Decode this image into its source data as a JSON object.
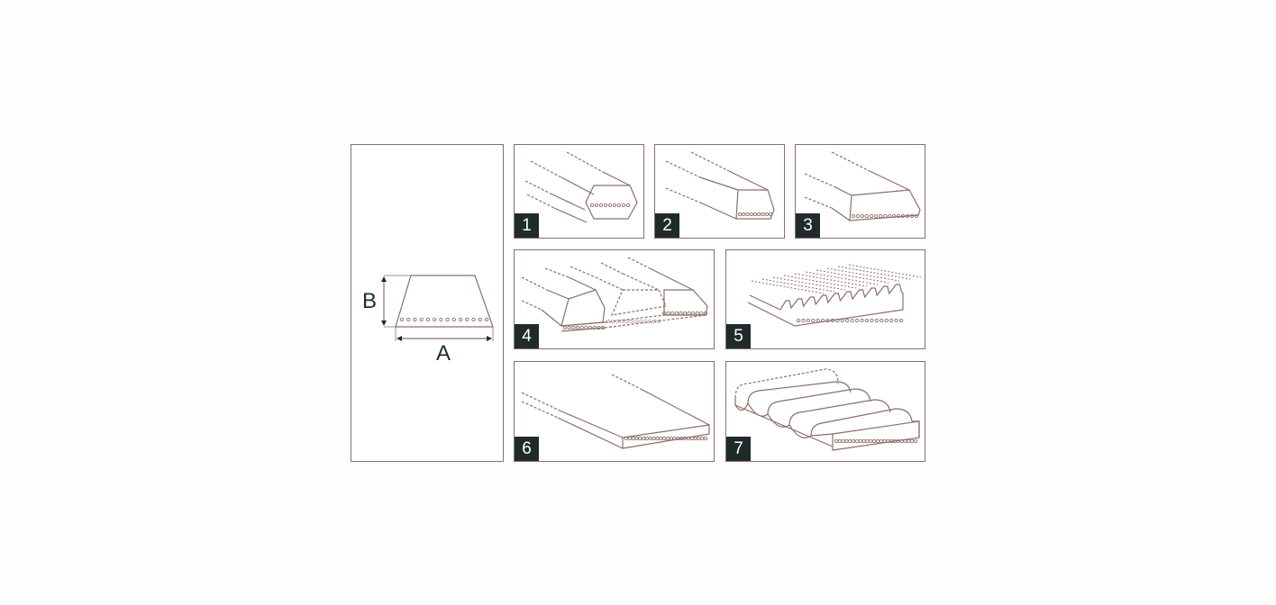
{
  "colors": {
    "line": "#8a6f69",
    "badge_bg": "#1f2b2b",
    "badge_text": "#ffffff",
    "dim_text": "#1f2b2b"
  },
  "dimension_panel": {
    "label_a": "A",
    "label_b": "B"
  },
  "profiles": [
    {
      "number": "1",
      "icon": "hexagonal-belt-icon"
    },
    {
      "number": "2",
      "icon": "v-belt-icon"
    },
    {
      "number": "3",
      "icon": "wide-v-belt-icon"
    },
    {
      "number": "4",
      "icon": "banded-v-belt-icon"
    },
    {
      "number": "5",
      "icon": "poly-v-belt-icon"
    },
    {
      "number": "6",
      "icon": "flat-belt-icon"
    },
    {
      "number": "7",
      "icon": "round-ribbed-belt-icon"
    }
  ]
}
